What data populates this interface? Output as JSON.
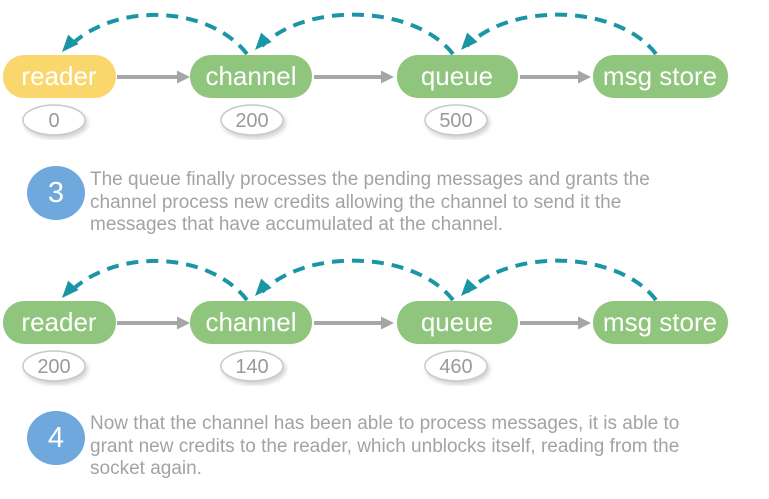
{
  "colors": {
    "node_yellow": "#F9D76C",
    "node_green": "#90C57E",
    "credit_teal": "#1B95A5",
    "flow_gray": "#A6A6A6",
    "badge_border": "#C9C9C9",
    "badge_text": "#9A9A9A",
    "step_blue": "#6FA8DC",
    "step_text": "#A3A3A3"
  },
  "diagrams": [
    {
      "nodes": [
        {
          "label": "reader"
        },
        {
          "label": "channel"
        },
        {
          "label": "queue"
        },
        {
          "label": "msg store"
        }
      ],
      "credits": [
        {
          "value": "0"
        },
        {
          "value": "200"
        },
        {
          "value": "500"
        }
      ]
    },
    {
      "nodes": [
        {
          "label": "reader"
        },
        {
          "label": "channel"
        },
        {
          "label": "queue"
        },
        {
          "label": "msg store"
        }
      ],
      "credits": [
        {
          "value": "200"
        },
        {
          "value": "140"
        },
        {
          "value": "460"
        }
      ]
    }
  ],
  "steps": [
    {
      "number": "3",
      "lines": [
        "The queue finally processes the pending messages and grants the",
        "channel process new credits allowing the channel to send it the",
        "messages that have accumulated at the channel."
      ]
    },
    {
      "number": "4",
      "lines": [
        "Now that the channel has been able to process messages, it is able to",
        "grant new credits to the reader, which unblocks itself, reading from the",
        "socket again."
      ]
    }
  ]
}
